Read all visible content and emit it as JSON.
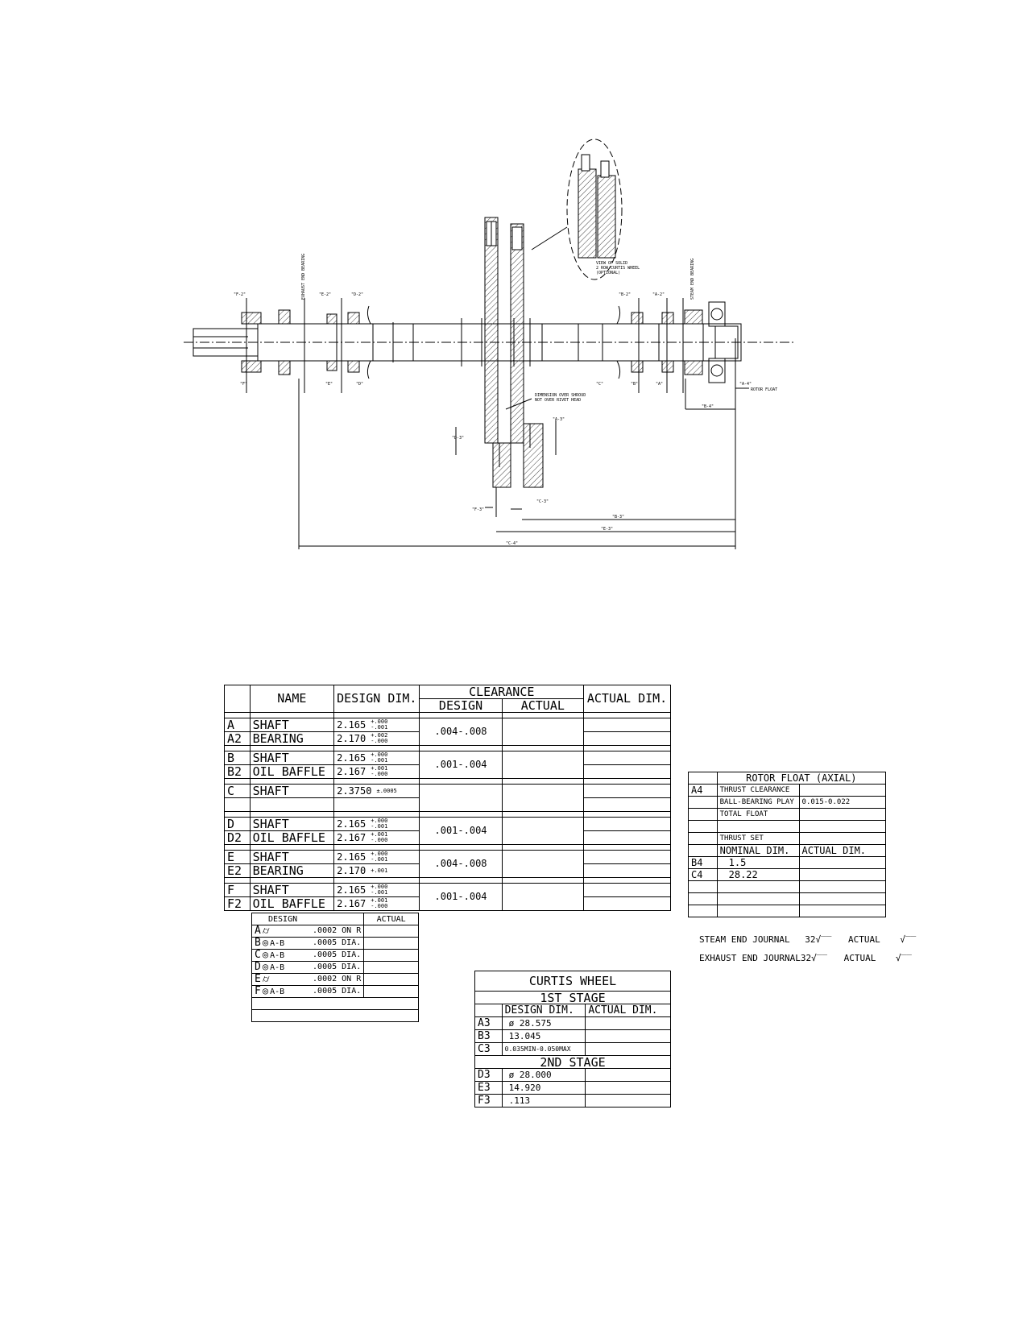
{
  "main_table": {
    "headers": {
      "name": "NAME",
      "design_dim": "DESIGN DIM.",
      "clearance": "CLEARANCE",
      "clr_design": "DESIGN",
      "clr_actual": "ACTUAL",
      "actual_dim": "ACTUAL DIM."
    },
    "groups": [
      {
        "rows": [
          {
            "id": "A",
            "name": "SHAFT",
            "dim": "2.165",
            "tol_top": "+.000",
            "tol_bot": "-.001"
          },
          {
            "id": "A2",
            "name": "BEARING",
            "dim": "2.170",
            "tol_top": "+.002",
            "tol_bot": "-.000"
          }
        ],
        "clearance": ".004-.008"
      },
      {
        "rows": [
          {
            "id": "B",
            "name": "SHAFT",
            "dim": "2.165",
            "tol_top": "+.000",
            "tol_bot": "-.001"
          },
          {
            "id": "B2",
            "name": "OIL BAFFLE",
            "dim": "2.167",
            "tol_top": "+.001",
            "tol_bot": "-.000"
          }
        ],
        "clearance": ".001-.004"
      },
      {
        "rows": [
          {
            "id": "C",
            "name": "SHAFT",
            "dim": "2.3750",
            "tol_top": "±.0005",
            "tol_bot": ""
          },
          {
            "id": "",
            "name": "",
            "dim": "",
            "tol_top": "",
            "tol_bot": ""
          }
        ],
        "clearance": ""
      },
      {
        "rows": [
          {
            "id": "D",
            "name": "SHAFT",
            "dim": "2.165",
            "tol_top": "+.000",
            "tol_bot": "-.001"
          },
          {
            "id": "D2",
            "name": "OIL BAFFLE",
            "dim": "2.167",
            "tol_top": "+.001",
            "tol_bot": "-.000"
          }
        ],
        "clearance": ".001-.004"
      },
      {
        "rows": [
          {
            "id": "E",
            "name": "SHAFT",
            "dim": "2.165",
            "tol_top": "+.000",
            "tol_bot": "-.001"
          },
          {
            "id": "E2",
            "name": "BEARING",
            "dim": "2.170",
            "tol_top": "+.001",
            "tol_bot": ""
          }
        ],
        "clearance": ".004-.008"
      },
      {
        "rows": [
          {
            "id": "F",
            "name": "SHAFT",
            "dim": "2.165",
            "tol_top": "+.000",
            "tol_bot": "-.001"
          },
          {
            "id": "F2",
            "name": "OIL BAFFLE",
            "dim": "2.167",
            "tol_top": "+.001",
            "tol_bot": "-.000"
          }
        ],
        "clearance": ".001-.004"
      }
    ]
  },
  "runout_table": {
    "headers": {
      "design": "DESIGN",
      "actual": "ACTUAL"
    },
    "rows": [
      {
        "label": "A",
        "symbol": "⌭",
        "datum": "",
        "value": ".0002 ON R"
      },
      {
        "label": "B",
        "symbol": "◎",
        "datum": "A-B",
        "value": ".0005 DIA."
      },
      {
        "label": "C",
        "symbol": "◎",
        "datum": "A-B",
        "value": ".0005 DIA."
      },
      {
        "label": "D",
        "symbol": "◎",
        "datum": "A-B",
        "value": ".0005 DIA."
      },
      {
        "label": "E",
        "symbol": "⌭",
        "datum": "",
        "value": ".0002 ON R"
      },
      {
        "label": "F",
        "symbol": "◎",
        "datum": "A-B",
        "value": ".0005 DIA."
      }
    ]
  },
  "curtis_table": {
    "title": "CURTIS WHEEL",
    "stage1": "1ST STAGE",
    "stage2": "2ND STAGE",
    "headers": {
      "design_dim": "DESIGN DIM.",
      "actual_dim": "ACTUAL DIM."
    },
    "stage1_rows": [
      {
        "id": "A3",
        "value": "ø 28.575"
      },
      {
        "id": "B3",
        "value": "13.045"
      },
      {
        "id": "C3",
        "value": "0.035MIN-0.050MAX"
      }
    ],
    "stage2_rows": [
      {
        "id": "D3",
        "value": "ø 28.000"
      },
      {
        "id": "E3",
        "value": "14.920"
      },
      {
        "id": "F3",
        "value": ".113"
      }
    ]
  },
  "rotor_table": {
    "title": "ROTOR FLOAT (AXIAL)",
    "a4": "A4",
    "thrust_clearance": "THRUST CLEARANCE",
    "ball_bearing_play": "BALL-BEARING PLAY",
    "ball_bearing_value": "0.015-0.022",
    "total_float": "TOTAL FLOAT",
    "thrust_set": "THRUST SET",
    "nominal_dim": "NOMINAL DIM.",
    "actual_dim": "ACTUAL DIM.",
    "b4": "B4",
    "b4_value": "1.5",
    "c4": "C4",
    "c4_value": "28.22"
  },
  "surface": {
    "steam": "STEAM END JOURNAL",
    "exhaust": "EXHAUST END JOURNAL",
    "finish": "32",
    "actual": "ACTUAL"
  },
  "drawing": {
    "rotor_float": "ROTOR FLOAT",
    "shroud_note_1": "DIMENSION OVER SHROUD",
    "shroud_note_2": "NOT OVER RIVET HEAD",
    "detail_note_1": "VIEW OF SOLID",
    "detail_note_2": "2 ROW CURTIS WHEEL",
    "detail_note_3": "(OPTIONAL)",
    "exhaust_label": "EXHAUST END BEARING",
    "steam_label": "STEAM END BEARING",
    "dim_labels": {
      "f2": "\"F-2\"",
      "e2": "\"E-2\"",
      "d2": "\"D-2\"",
      "b2": "\"B-2\"",
      "a2": "\"A-2\"",
      "d3": "\"D-3\"",
      "a3": "\"A-3\"",
      "f3": "\"F-3\"",
      "c3": "\"C-3\"",
      "b3": "\"B-3\"",
      "e3": "\"E-3\"",
      "a4": "\"A-4\"",
      "c4": "\"C-4\"",
      "b4": "\"B-4\"",
      "f": "\"F\"",
      "e": "\"E\"",
      "d": "\"D\"",
      "c": "\"C\"",
      "b": "\"B\"",
      "a": "\"A\""
    }
  }
}
